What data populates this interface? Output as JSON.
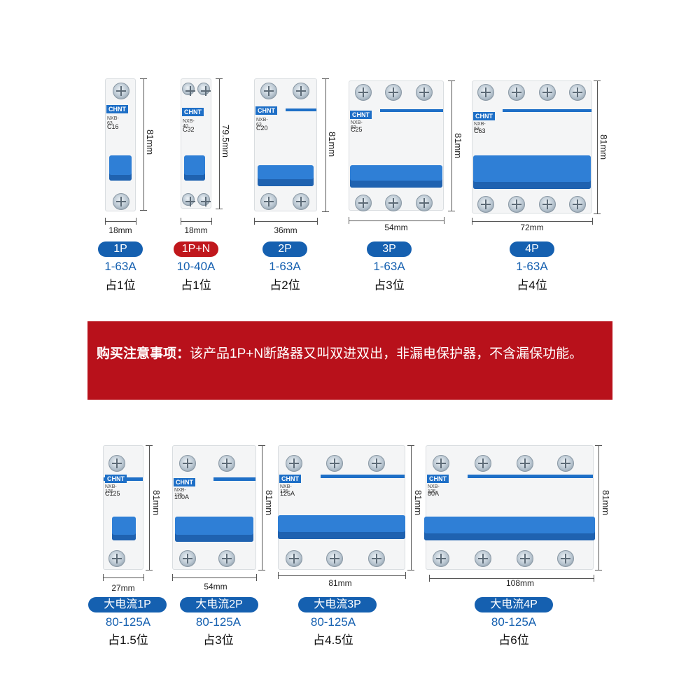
{
  "colors": {
    "pill_blue": "#1560b0",
    "pill_red": "#c0171c",
    "banner": "#b8111b",
    "breaker_blue": "#2f7fd6"
  },
  "brand": "CHNT",
  "top_row": [
    {
      "width": "18mm",
      "height": "81mm",
      "pill": "1P",
      "amps": "1-63A",
      "slots": "占1位",
      "model": "NXB-63",
      "rating": "C16"
    },
    {
      "width": "18mm",
      "height": "79.5mm",
      "pill": "1P+N",
      "amps": "10-40A",
      "slots": "占1位",
      "model": "NXB-40",
      "rating": "C32"
    },
    {
      "width": "36mm",
      "height": "81mm",
      "pill": "2P",
      "amps": "1-63A",
      "slots": "占2位",
      "model": "NXB-63",
      "rating": "C20"
    },
    {
      "width": "54mm",
      "height": "81mm",
      "pill": "3P",
      "amps": "1-63A",
      "slots": "占3位",
      "model": "NXB-63",
      "rating": "C25"
    },
    {
      "width": "72mm",
      "height": "81mm",
      "pill": "4P",
      "amps": "1-63A",
      "slots": "占4位",
      "model": "NXB-63",
      "rating": "C63"
    }
  ],
  "notice": {
    "label": "购买注意事项：",
    "text": "该产品1P+N断路器又叫双进双出，非漏电保护器，不含漏保功能。"
  },
  "bottom_row": [
    {
      "width": "27mm",
      "height": "81mm",
      "pill": "大电流1P",
      "amps": "80-125A",
      "slots": "占1.5位",
      "model": "NXB-125",
      "rating": "C125"
    },
    {
      "width": "54mm",
      "height": "81mm",
      "pill": "大电流2P",
      "amps": "80-125A",
      "slots": "占3位",
      "model": "NXB-125",
      "rating": "100A"
    },
    {
      "width": "81mm",
      "height": "81mm",
      "pill": "大电流3P",
      "amps": "80-125A",
      "slots": "占4.5位",
      "model": "NXB-125",
      "rating": "125A"
    },
    {
      "width": "108mm",
      "height": "81mm",
      "pill": "大电流4P",
      "amps": "80-125A",
      "slots": "占6位",
      "model": "NXB-125",
      "rating": "80A"
    }
  ]
}
